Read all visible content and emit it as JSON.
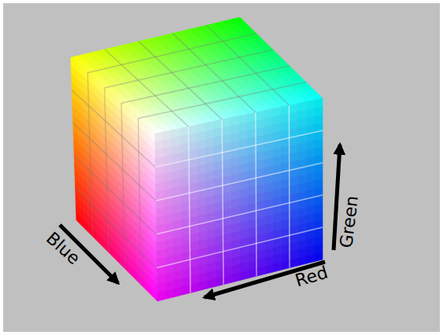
{
  "diagram": {
    "labels": [
      "Blue",
      "Red",
      "Green"
    ]
  }
}
